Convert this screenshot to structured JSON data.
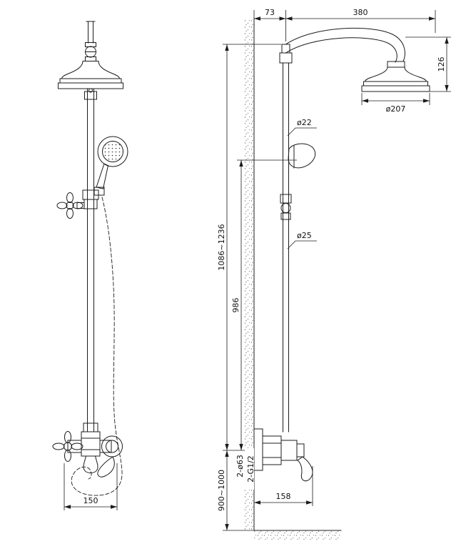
{
  "colors": {
    "line": "#1c1c1c",
    "background": "#ffffff",
    "hatch": "#8a8a8a"
  },
  "dims": {
    "wall_offset": "73",
    "arm_reach": "380",
    "head_drop": "126",
    "head_diameter": "ø207",
    "upper_pipe_dia": "ø22",
    "lower_pipe_dia": "ø25",
    "overall_height": "1086~1236",
    "riser_height": "986",
    "inlet_height": "900~1000",
    "escutcheons": "2-ø63",
    "connections": "2-G1/2",
    "mixer_depth": "158",
    "inlet_spacing": "150"
  }
}
